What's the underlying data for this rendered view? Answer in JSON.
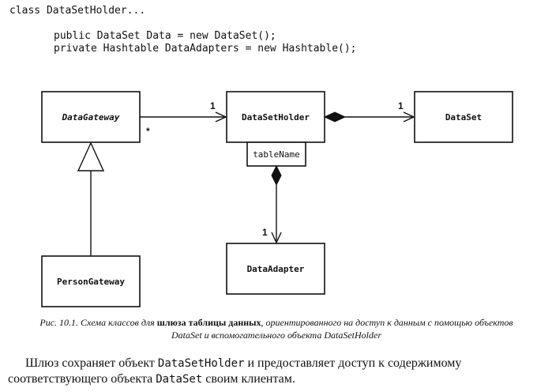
{
  "code": {
    "line1": "class DataSetHolder...",
    "line2": "public DataSet Data = new DataSet();",
    "line3": "private Hashtable DataAdapters = new Hashtable();"
  },
  "diagram": {
    "classes": {
      "data_gateway": "DataGateway",
      "dataset_holder": "DataSetHolder",
      "dataset": "DataSet",
      "person_gateway": "PersonGateway",
      "data_adapter": "DataAdapter"
    },
    "qualifier": "tableName",
    "multiplicities": {
      "gateway_to_holder_target": "1",
      "gateway_to_holder_source": "*",
      "holder_to_dataset": "1",
      "holder_to_adapter": "1"
    }
  },
  "caption": {
    "prefix": "Рис. 10.1. Схема классов для ",
    "bold": "шлюза таблицы данных",
    "suffix": ", ориентированного на доступ к данным с помощью объектов DataSet и вспомогательного объекта DataSetHolder"
  },
  "body": {
    "t1": "Шлюз сохраняет объект ",
    "c1": "DataSetHolder",
    "t2": " и предоставляет доступ к содержимому соответствующего объекта ",
    "c2": "DataSet",
    "t3": " своим клиентам."
  }
}
